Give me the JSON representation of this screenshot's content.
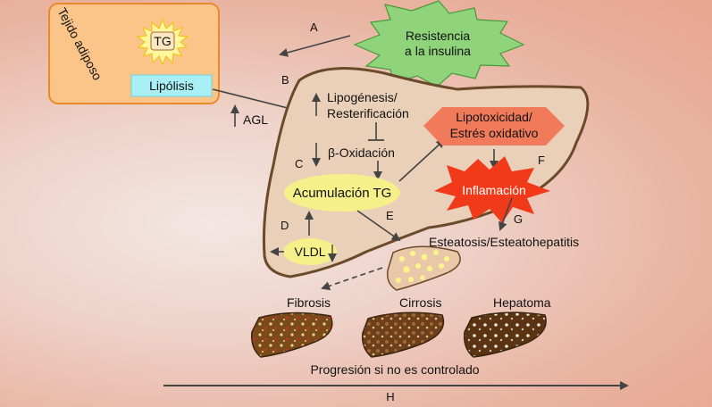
{
  "adipose": {
    "tissue_label": "Tejido adiposo",
    "tg_label": "TG",
    "lipolysis_label": "Lipólisis"
  },
  "insulin": {
    "line1": "Resistencia",
    "line2": "a la insulina"
  },
  "letters": {
    "a": "A",
    "b": "B",
    "c": "C",
    "d": "D",
    "e": "E",
    "f": "F",
    "g": "G",
    "h": "H"
  },
  "liver": {
    "agl_label": "AGL",
    "lipogenesis_line1": "Lipogénesis/",
    "lipogenesis_line2": "Resterificación",
    "beta_oxidation_label": "β-Oxidación",
    "accumulation_label": "Acumulación TG",
    "vldl_label": "VLDL",
    "lipotoxicity_line1": "Lipotoxicidad/",
    "lipotoxicity_line2": "Estrés oxidativo",
    "inflammation_label": "Inflamación",
    "steatosis_label": "Esteatosis/Esteatohepatitis"
  },
  "progression": {
    "fibrosis_label": "Fibrosis",
    "cirrhosis_label": "Cirrosis",
    "hepatoma_label": "Hepatoma",
    "progression_label": "Progresión si no es controlado"
  },
  "colors": {
    "liver_fill": "#ead0b8",
    "liver_stroke": "#6b4a2a",
    "adipose_fill": "#fbc58a",
    "adipose_stroke": "#e88a2a",
    "insulin_star": "#8fd37a",
    "lipotoxicity": "#f07a5a",
    "inflammation": "#f03a1a",
    "accumulation": "#f5f08a",
    "lipolysis_box": "#a8f0f5",
    "arrow": "#444444"
  }
}
